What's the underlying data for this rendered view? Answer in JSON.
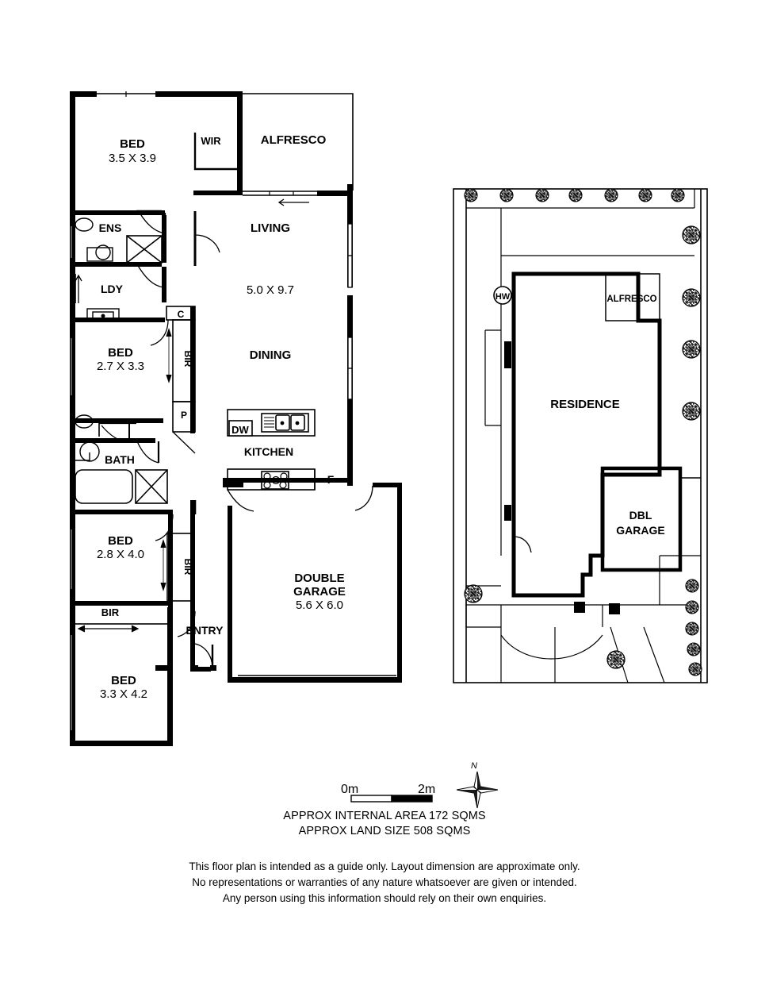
{
  "plan": {
    "rooms": [
      {
        "id": "bed1",
        "label": "BED",
        "dim": "3.5 X 3.9"
      },
      {
        "id": "wir",
        "label": "WIR",
        "dim": ""
      },
      {
        "id": "alfresco",
        "label": "ALFRESCO",
        "dim": ""
      },
      {
        "id": "ens",
        "label": "ENS",
        "dim": ""
      },
      {
        "id": "living",
        "label": "LIVING",
        "dim": "5.0 X 9.7"
      },
      {
        "id": "ldy",
        "label": "LDY",
        "dim": ""
      },
      {
        "id": "cupboard",
        "label": "C",
        "dim": ""
      },
      {
        "id": "bed2",
        "label": "BED",
        "dim": "2.7 X 3.3"
      },
      {
        "id": "bir1",
        "label": "BIR",
        "dim": ""
      },
      {
        "id": "dining",
        "label": "DINING",
        "dim": ""
      },
      {
        "id": "pantry",
        "label": "P",
        "dim": ""
      },
      {
        "id": "bath",
        "label": "BATH",
        "dim": ""
      },
      {
        "id": "dishwasher",
        "label": "DW",
        "dim": ""
      },
      {
        "id": "kitchen",
        "label": "KITCHEN",
        "dim": ""
      },
      {
        "id": "fridge",
        "label": "F",
        "dim": ""
      },
      {
        "id": "bed3",
        "label": "BED",
        "dim": "2.8 X 4.0"
      },
      {
        "id": "bir2",
        "label": "BIR",
        "dim": ""
      },
      {
        "id": "bir3",
        "label": "BIR",
        "dim": ""
      },
      {
        "id": "entry",
        "label": "ENTRY",
        "dim": ""
      },
      {
        "id": "double_garage",
        "label": "DOUBLE",
        "label2": "GARAGE",
        "dim": "5.6 X 6.0"
      },
      {
        "id": "bed4",
        "label": "BED",
        "dim": "3.3 X 4.2"
      }
    ]
  },
  "site": {
    "residence_label": "RESIDENCE",
    "alfresco_label": "ALFRESCO",
    "garage_label_1": "DBL",
    "garage_label_2": "GARAGE",
    "hot_water_label": "HW"
  },
  "scale": {
    "start": "0m",
    "end": "2m",
    "north": "N"
  },
  "areas": {
    "internal": "APPROX INTERNAL AREA 172 SQMS",
    "land": "APPROX LAND SIZE 508 SQMS"
  },
  "disclaimer": {
    "line1": "This floor plan is intended as a guide only. Layout dimension are approximate only.",
    "line2": "No representations or warranties of any nature whatsoever are given or intended.",
    "line3": "Any person using this information should rely on their own enquiries."
  },
  "colors": {
    "wall": "#000000",
    "background": "#ffffff",
    "thin_line": "#000000"
  }
}
